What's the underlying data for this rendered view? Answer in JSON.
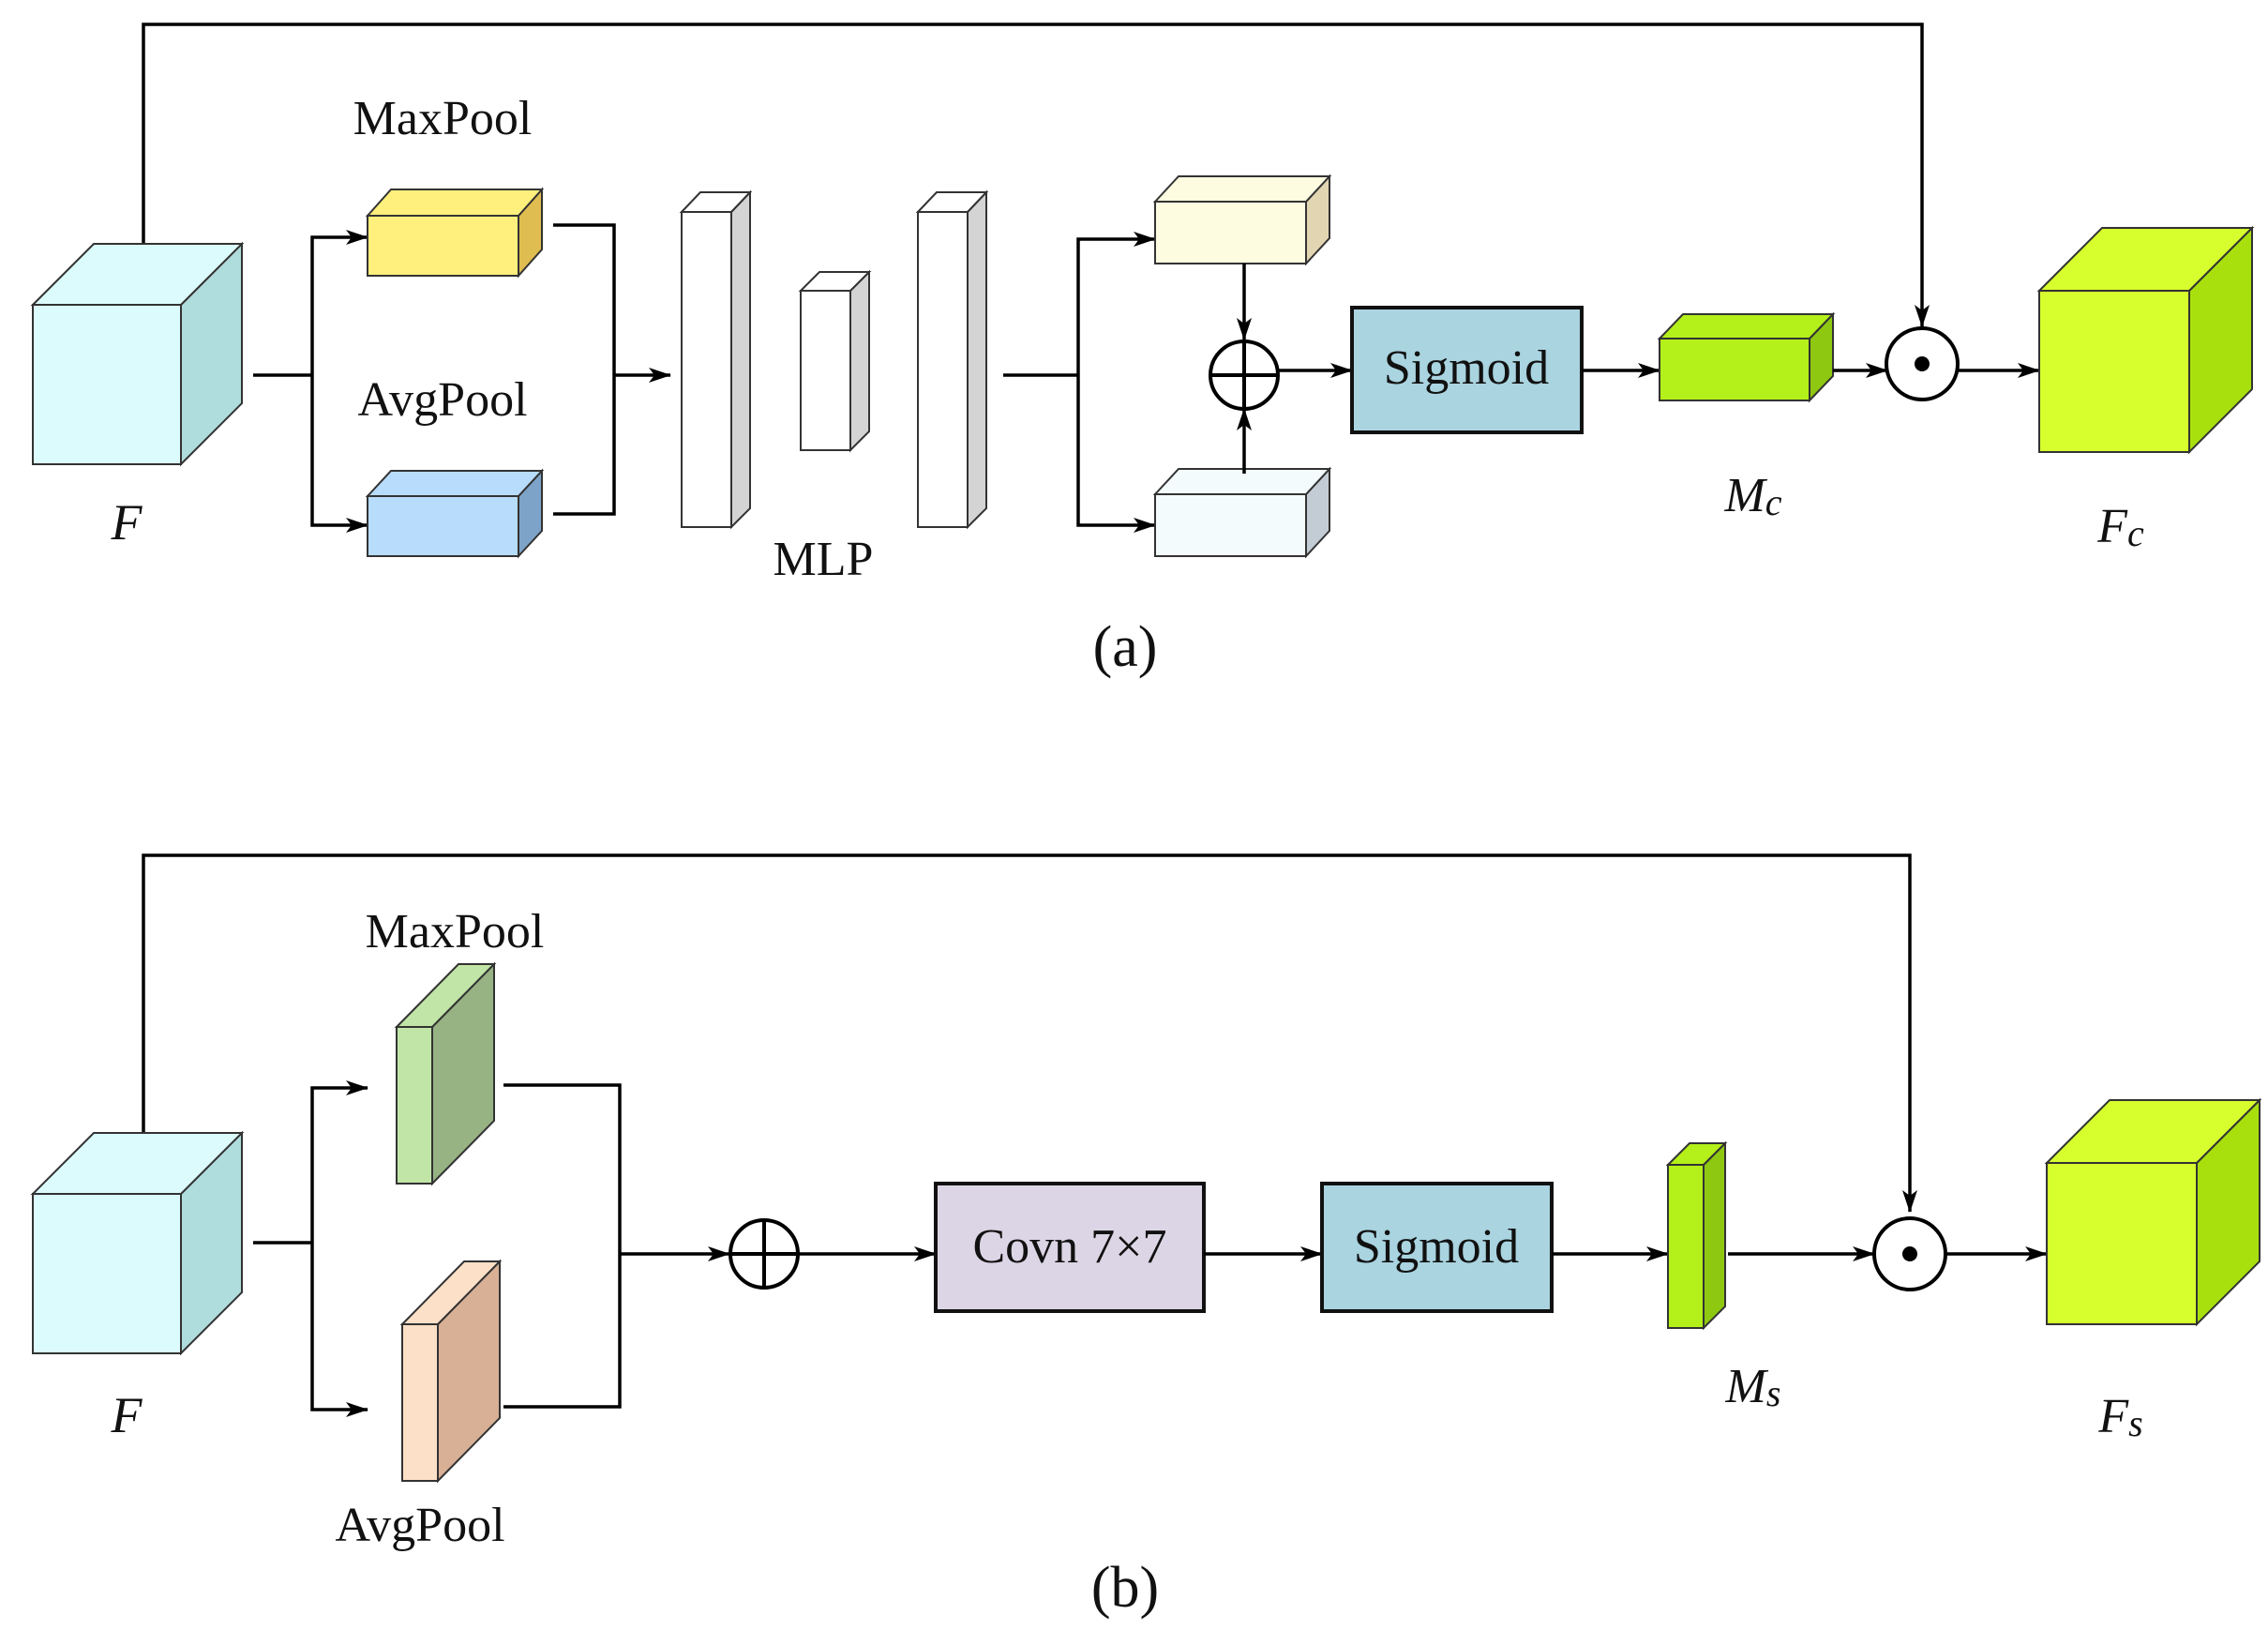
{
  "panel_a": {
    "caption": "(a)",
    "input_label": "F",
    "maxpool_label": "MaxPool",
    "avgpool_label": "AvgPool",
    "mlp_label": "MLP",
    "sigmoid_label": "Sigmoid",
    "attention_label": {
      "base": "M",
      "sub": "c"
    },
    "output_label": {
      "base": "F",
      "sub": "c"
    }
  },
  "panel_b": {
    "caption": "(b)",
    "input_label": "F",
    "maxpool_label": "MaxPool",
    "avgpool_label": "AvgPool",
    "conv_label": "Covn 7×7",
    "sigmoid_label": "Sigmoid",
    "attention_label": {
      "base": "M",
      "sub": "s"
    },
    "output_label": {
      "base": "F",
      "sub": "s"
    }
  },
  "colors": {
    "input_front": "#dcfbfd",
    "input_side": "#afdcdc",
    "maxpool_a": "#fff07d",
    "maxpool_a_side": "#e0bd50",
    "avgpool_a": "#b7dcfc",
    "avgpool_a_side": "#7da4c8",
    "mlp_front": "#ffffff",
    "mlp_side": "#d4d4d4",
    "sum_top": "#fdfbe0",
    "sum_top_side": "#e2d5b2",
    "sum_bottom": "#f3fbfd",
    "sum_bottom_side": "#c3ccd4",
    "sigmoid_fill": "#a9d4e0",
    "attention": "#b4f019",
    "attention_side": "#8ec810",
    "output_front": "#d7ff2d",
    "output_side": "#a8e00e",
    "maxpool_b": "#c1e5a6",
    "maxpool_b_side": "#97b384",
    "avgpool_b": "#fde0c8",
    "avgpool_b_side": "#d7b095",
    "conv_fill": "#dcd5e5"
  }
}
